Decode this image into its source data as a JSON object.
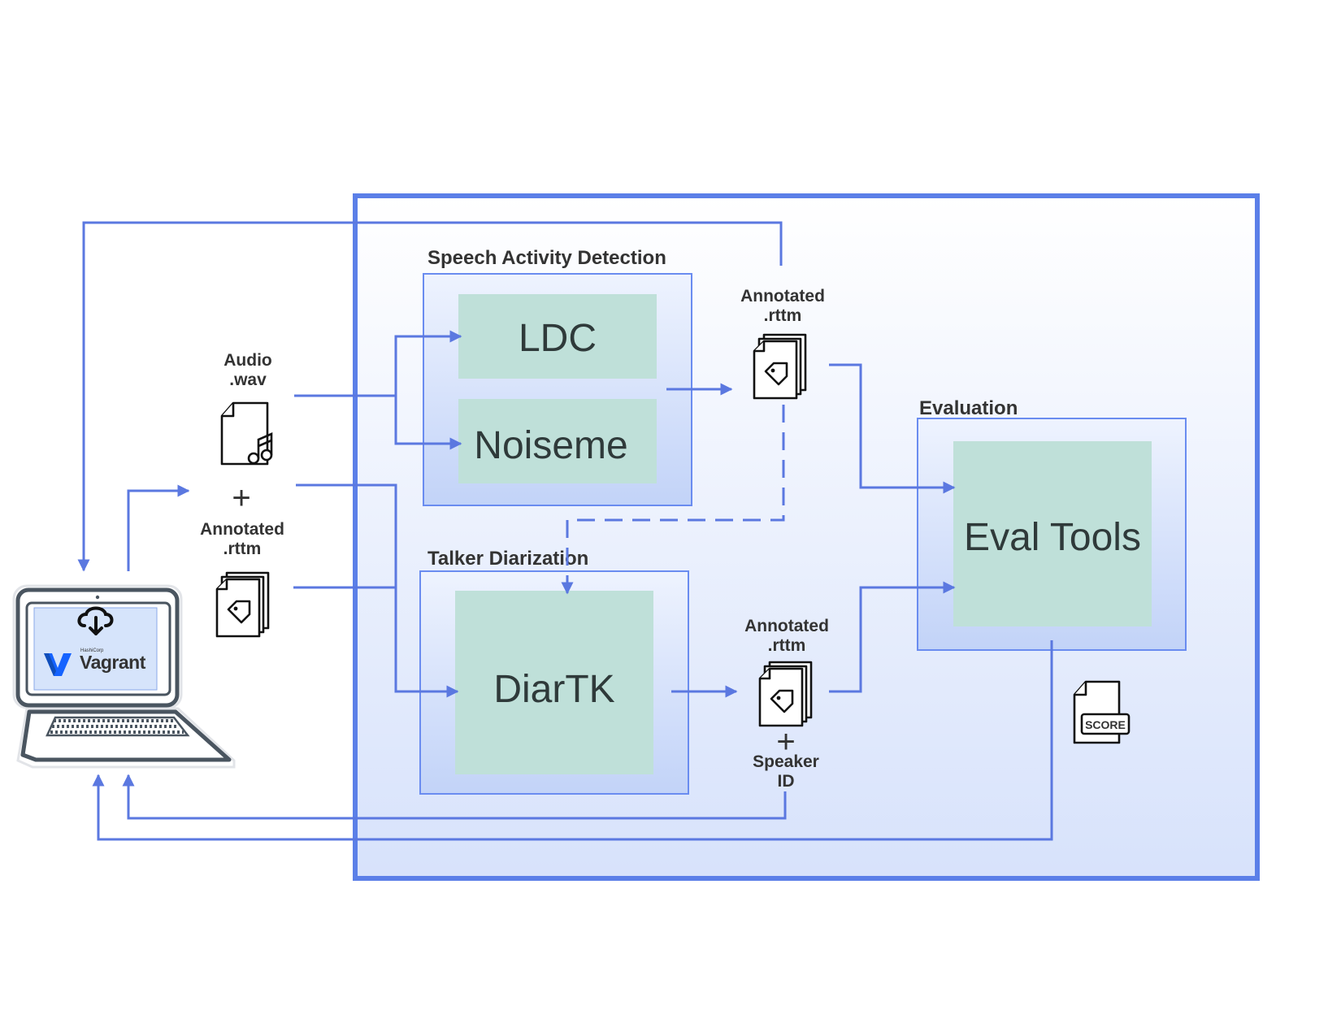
{
  "sections": {
    "sad": "Speech Activity Detection",
    "td": "Talker Diarization",
    "eval": "Evaluation"
  },
  "modules": {
    "ldc": "LDC",
    "noiseme": "Noiseme",
    "diartk": "DiarTK",
    "eval_tools": "Eval Tools"
  },
  "inputs": {
    "audio_line1": "Audio",
    "audio_line2": ".wav",
    "plus": "+",
    "annotated_line1": "Annotated",
    "annotated_line2": ".rttm"
  },
  "outputs": {
    "sad_line1": "Annotated",
    "sad_line2": ".rttm",
    "td_line1": "Annotated",
    "td_line2": ".rttm",
    "td_plus": "+",
    "td_speaker1": "Speaker",
    "td_speaker2": "ID",
    "score": "SCORE"
  },
  "laptop": {
    "brand_small": "HashiCorp",
    "brand": "Vagrant"
  },
  "colors": {
    "flow": "#5b78e0",
    "module_fill": "#bfe0d9",
    "panel_border": "#5b7fe8"
  },
  "icons": {
    "download": "cloud-download-icon",
    "audio": "audio-file-icon",
    "rttm": "tagged-files-icon",
    "score": "score-file-icon"
  }
}
